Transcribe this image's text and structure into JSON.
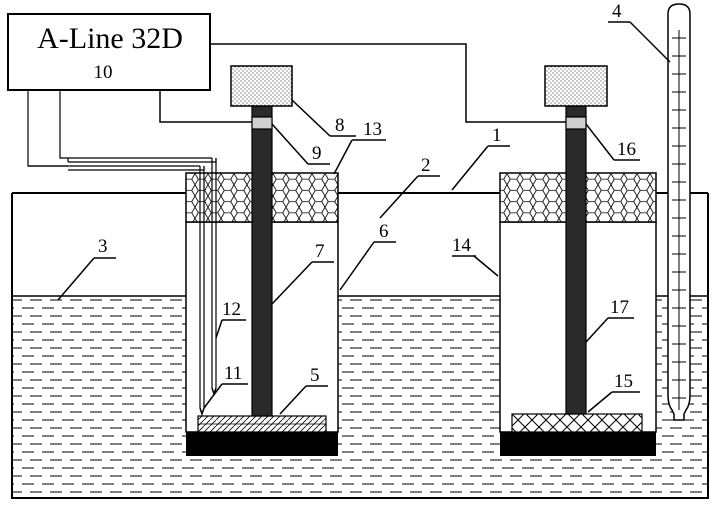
{
  "device": {
    "title": "A-Line 32D",
    "number": "10"
  },
  "labels": {
    "l1": "1",
    "l2": "2",
    "l3": "3",
    "l4": "4",
    "l5": "5",
    "l6": "6",
    "l7": "7",
    "l8": "8",
    "l9": "9",
    "l11": "11",
    "l12": "12",
    "l13": "13",
    "l14": "14",
    "l15": "15",
    "l16": "16",
    "l17": "17"
  }
}
